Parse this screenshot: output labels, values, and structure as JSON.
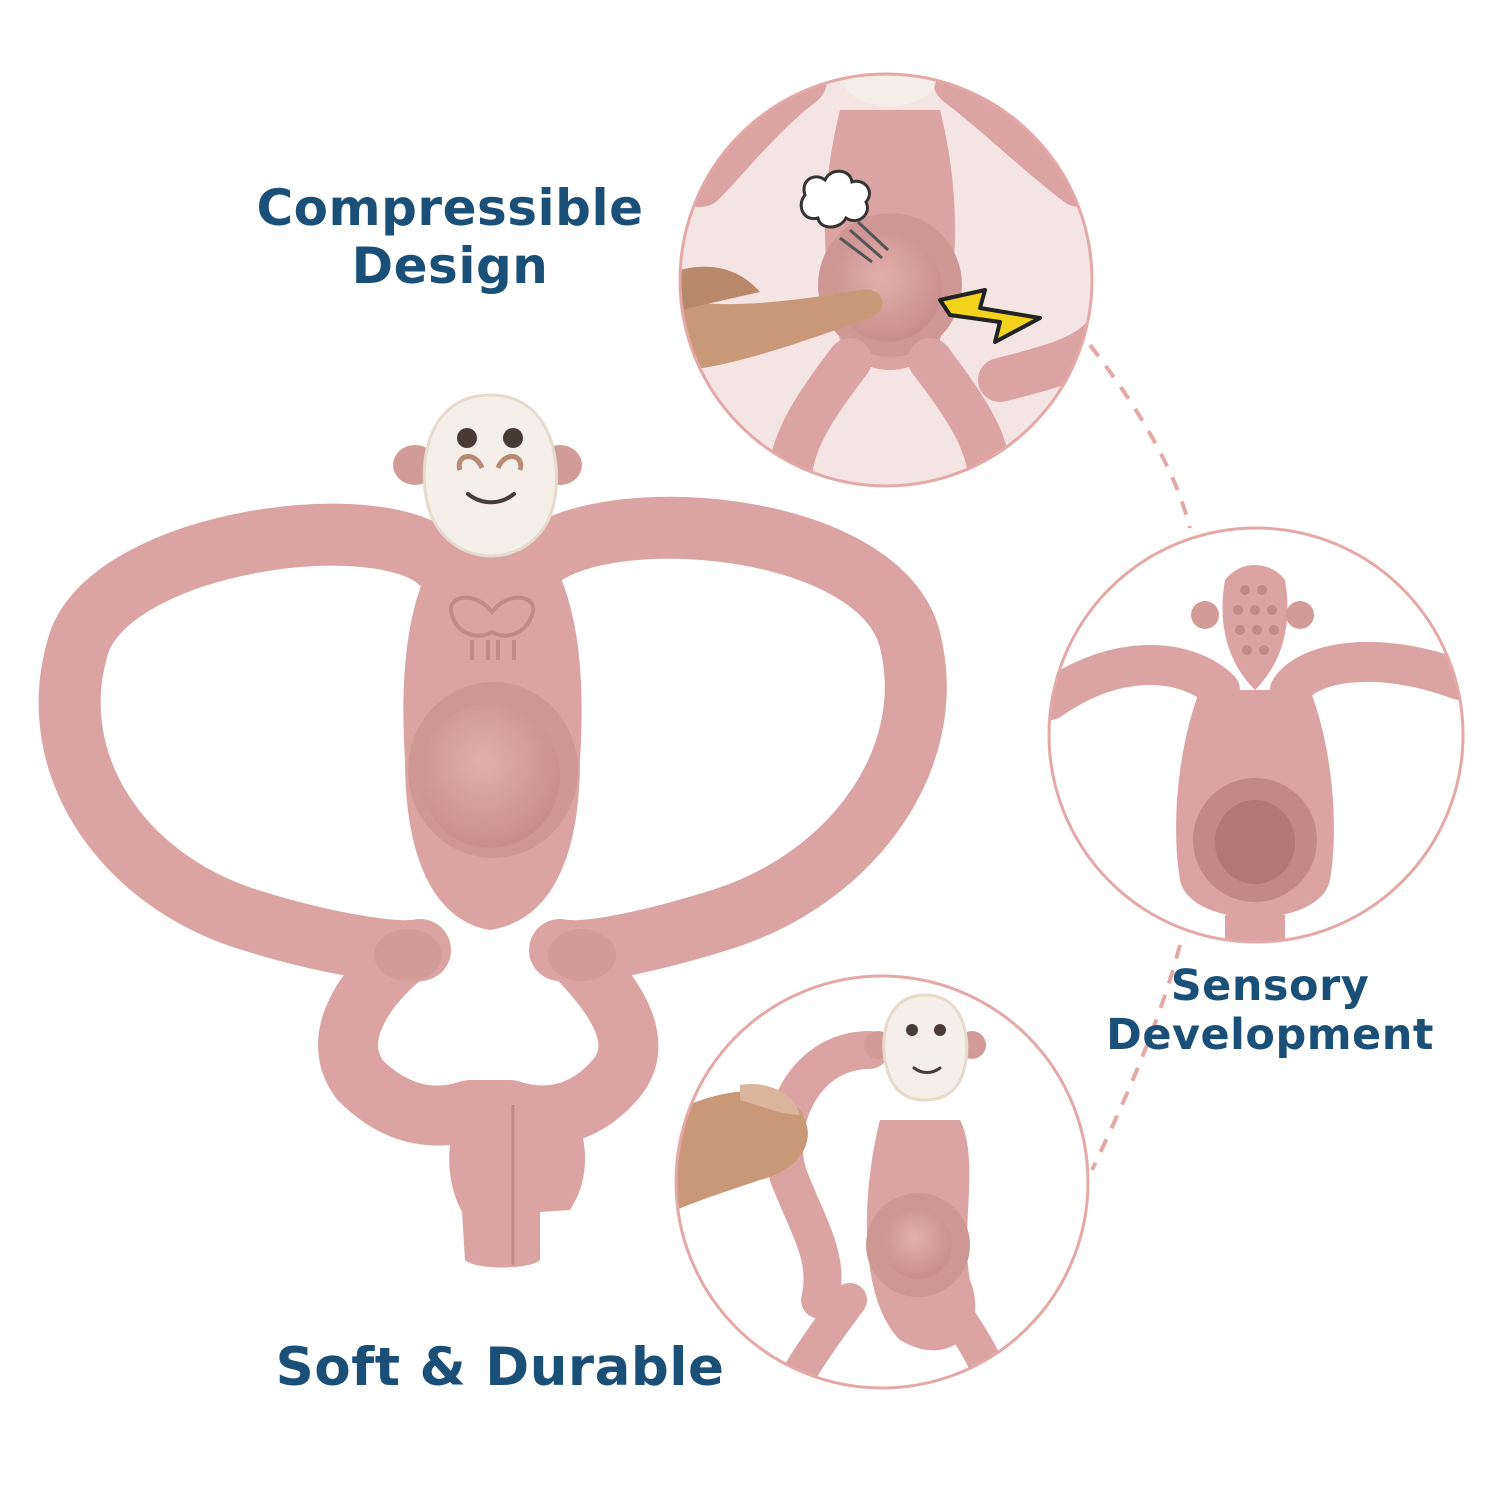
{
  "features": [
    {
      "lines": [
        "Compressible",
        "Design"
      ]
    },
    {
      "lines": [
        "Sensory",
        "Development"
      ]
    },
    {
      "lines": [
        "Soft & Durable"
      ]
    }
  ],
  "colors": {
    "toy_pink": "#dba3a1",
    "toy_pink_shadow": "#c38986",
    "face_cream": "#f4efe8",
    "caption_navy": "#1a4f78",
    "circle_border": "#e4a9a6"
  }
}
